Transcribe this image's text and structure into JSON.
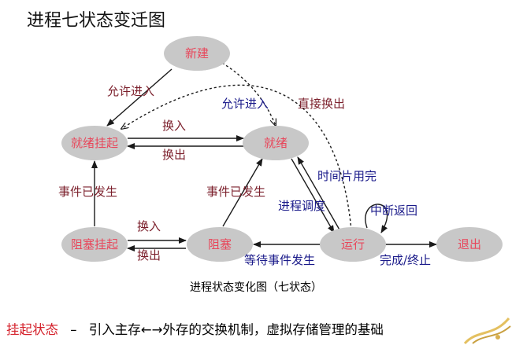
{
  "title": "进程七状态变迁图",
  "caption": "进程状态变化图（七状态）",
  "footer": {
    "term": "挂起状态",
    "dash": "–",
    "text": "引入主存←→外存的交换机制，虚拟存储管理的基础"
  },
  "colors": {
    "node_fill": "#c8c8c8",
    "node_text": "#e8475b",
    "label_dark_red": "#7b1f2b",
    "label_blue": "#1a1a8a",
    "arrow": "#1a1a1a",
    "footer_red": "#d4202a"
  },
  "states": {
    "new": "新建",
    "ready_suspend": "就绪挂起",
    "ready": "就绪",
    "blocked_suspend": "阻塞挂起",
    "blocked": "阻塞",
    "running": "运行",
    "exit": "退出"
  },
  "transitions": {
    "admit_to_ready_suspend": "允许进入",
    "admit_to_ready": "允许进入",
    "direct_swap_out": "直接换出",
    "swap_in_ready": "换入",
    "swap_out_ready": "换出",
    "event_occurs_suspend": "事件已发生",
    "event_occurs": "事件已发生",
    "time_slice_end": "时间片用完",
    "dispatch": "进程调度",
    "interrupt_return": "中断返回",
    "swap_in_blocked": "换入",
    "swap_out_blocked": "换出",
    "wait_event": "等待事件发生",
    "complete_terminate": "完成/终止"
  }
}
